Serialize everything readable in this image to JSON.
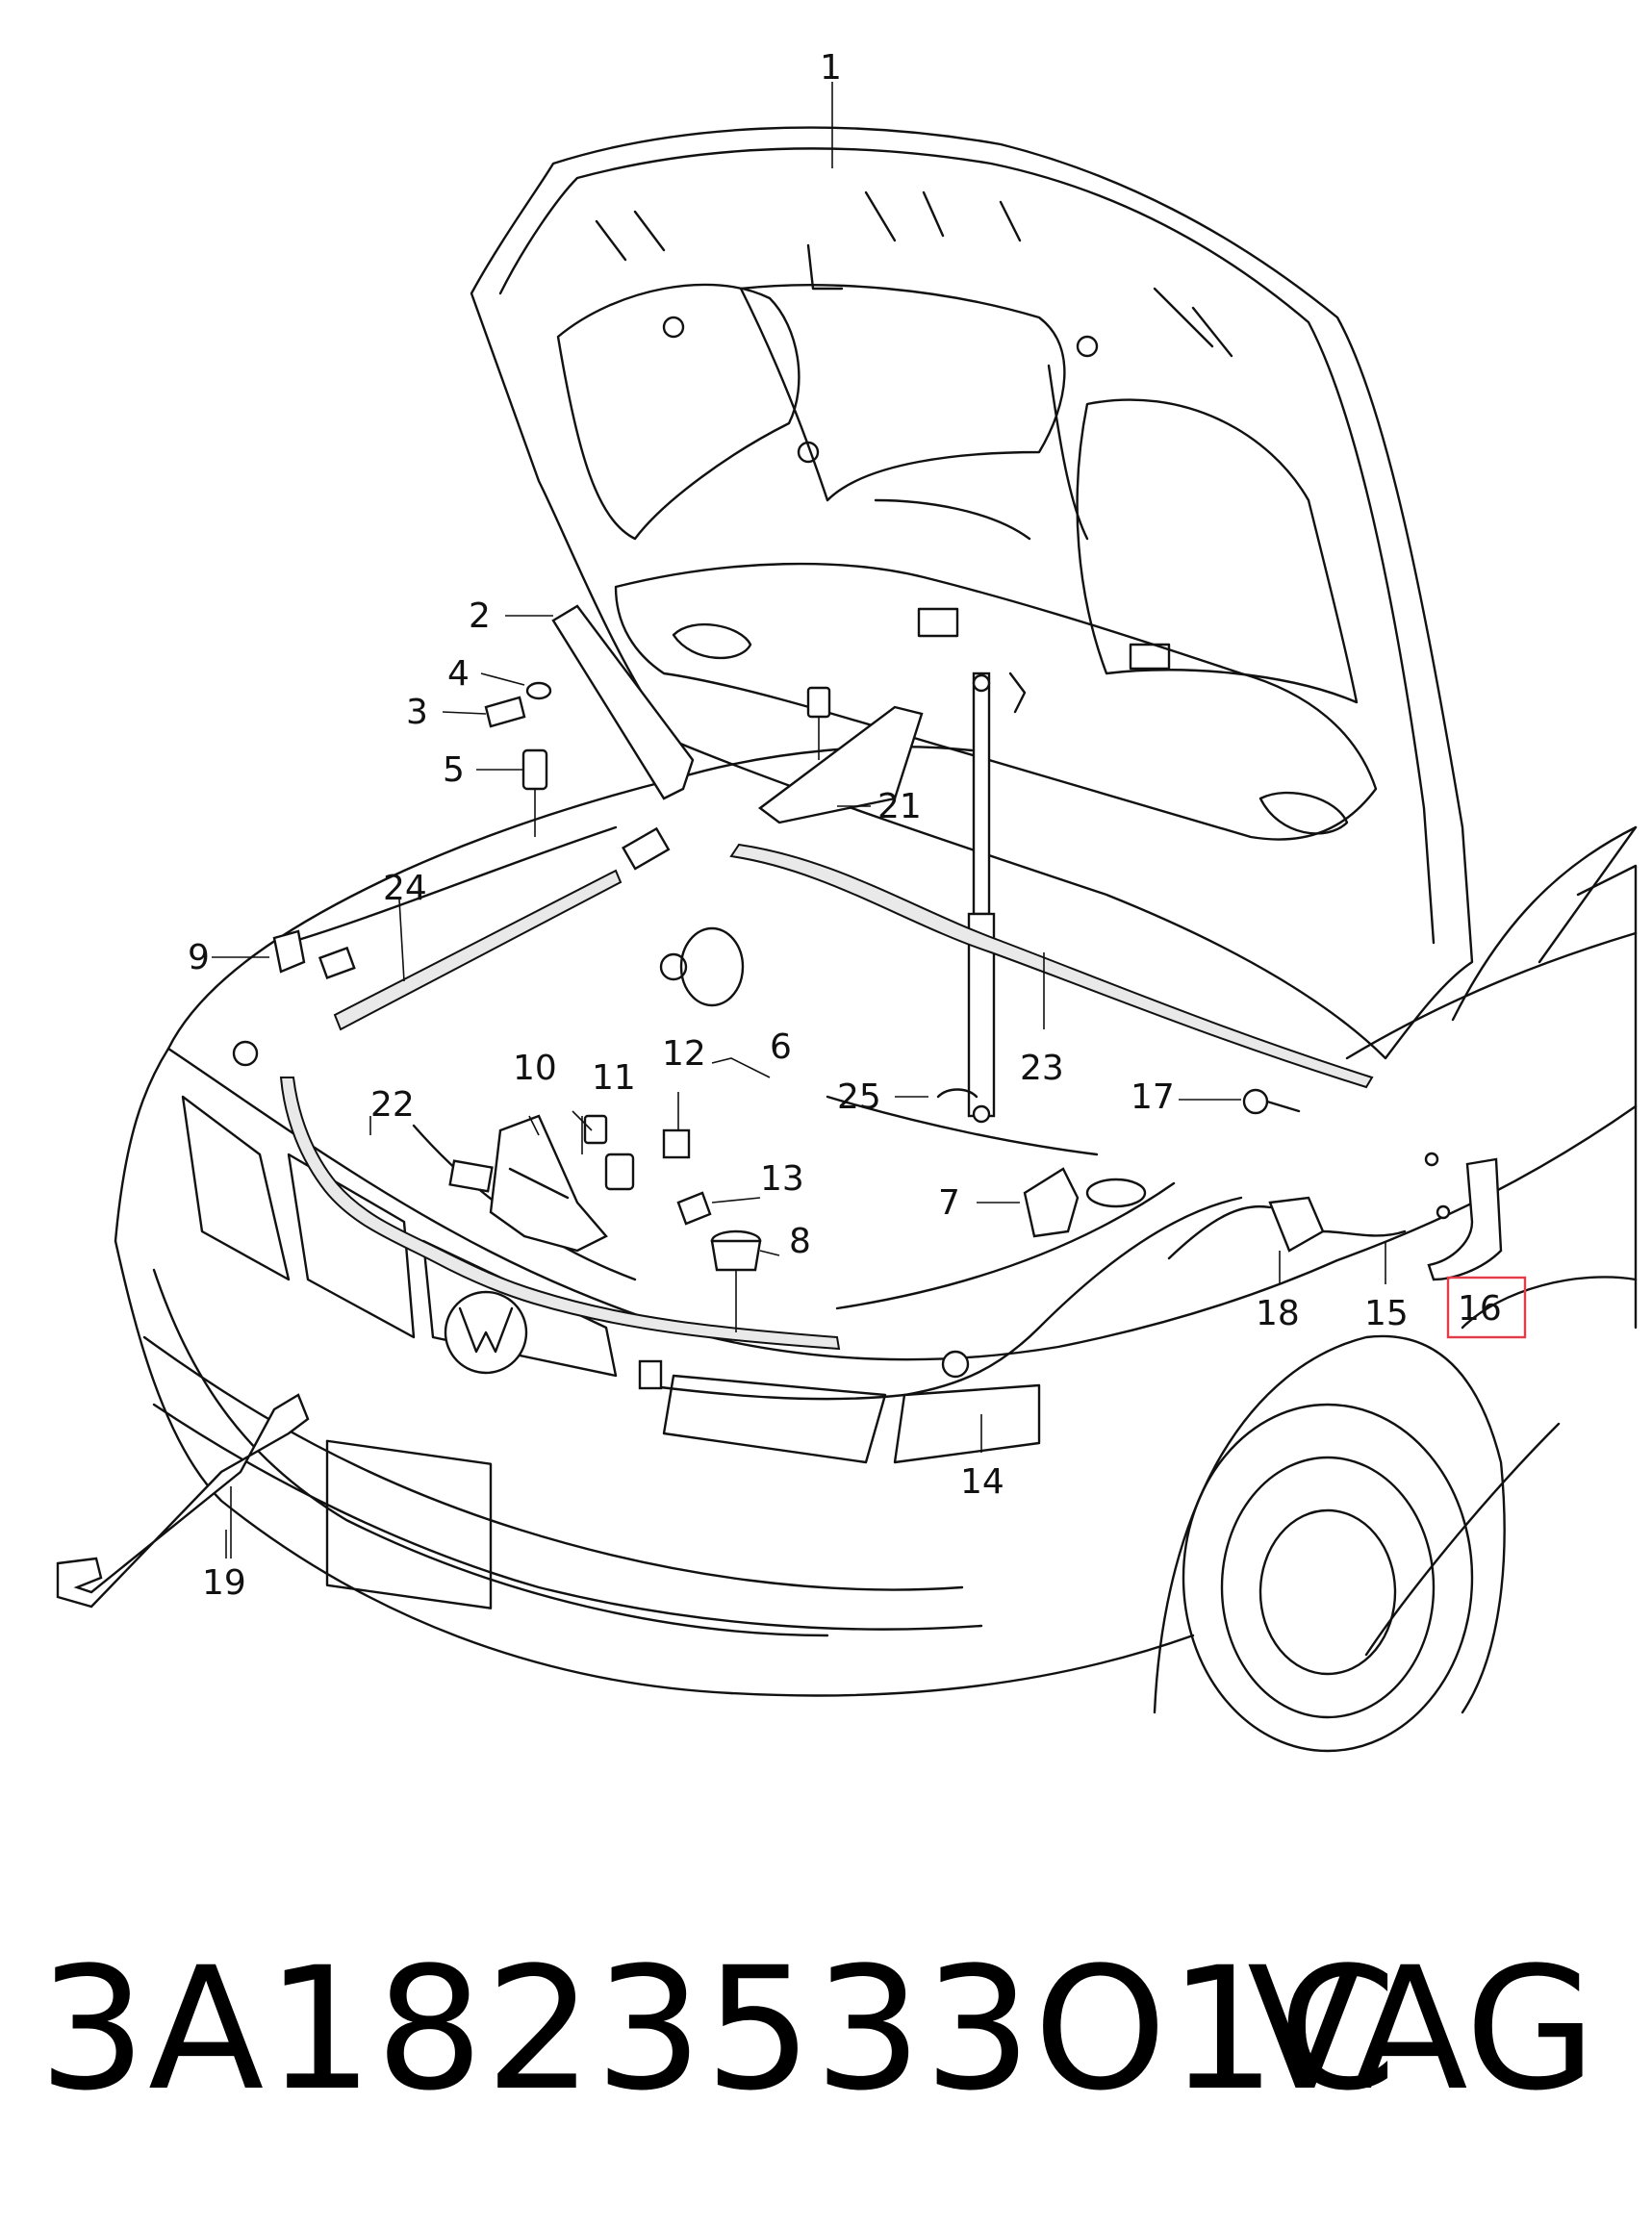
{
  "callouts": [
    {
      "id": "label-1",
      "text": "1"
    },
    {
      "id": "label-2",
      "text": "2"
    },
    {
      "id": "label-3",
      "text": "3"
    },
    {
      "id": "label-4",
      "text": "4"
    },
    {
      "id": "label-5",
      "text": "5"
    },
    {
      "id": "label-6",
      "text": "6"
    },
    {
      "id": "label-7",
      "text": "7"
    },
    {
      "id": "label-8",
      "text": "8"
    },
    {
      "id": "label-9",
      "text": "9"
    },
    {
      "id": "label-10",
      "text": "10"
    },
    {
      "id": "label-11",
      "text": "11"
    },
    {
      "id": "label-12",
      "text": "12"
    },
    {
      "id": "label-13",
      "text": "13"
    },
    {
      "id": "label-14",
      "text": "14"
    },
    {
      "id": "label-15",
      "text": "15"
    },
    {
      "id": "label-16",
      "text": "16"
    },
    {
      "id": "label-17",
      "text": "17"
    },
    {
      "id": "label-18",
      "text": "18"
    },
    {
      "id": "label-19",
      "text": "19"
    },
    {
      "id": "label-21",
      "text": "21"
    },
    {
      "id": "label-22",
      "text": "22"
    },
    {
      "id": "label-23",
      "text": "23"
    },
    {
      "id": "label-24",
      "text": "24"
    },
    {
      "id": "label-25",
      "text": "25"
    }
  ],
  "highlighted_callout": "16",
  "highlight_color": "#e33b48",
  "footer": {
    "part_number": "3A1823533O1C",
    "brand": "VAG"
  }
}
